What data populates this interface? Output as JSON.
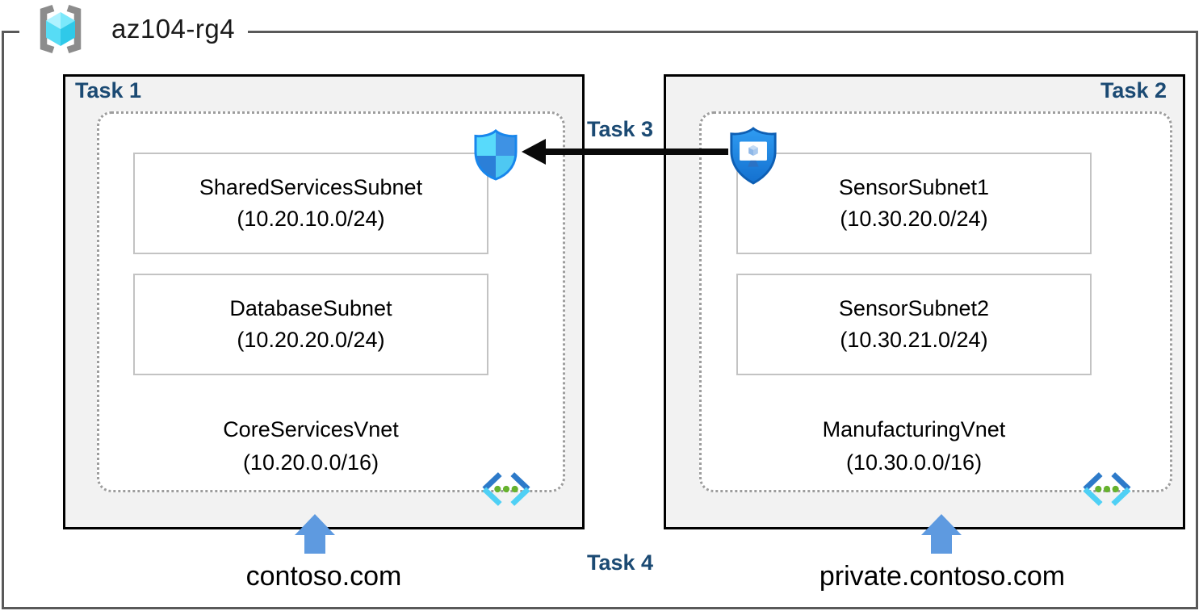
{
  "resource_group": {
    "name": "az104-rg4"
  },
  "tasks": {
    "task1": "Task 1",
    "task2": "Task 2",
    "task3": "Task 3",
    "task4": "Task 4"
  },
  "left_vnet": {
    "name": "CoreServicesVnet",
    "cidr": "(10.20.0.0/16)",
    "subnets": [
      {
        "name": "SharedServicesSubnet",
        "cidr": "(10.20.10.0/24)"
      },
      {
        "name": "DatabaseSubnet",
        "cidr": "(10.20.20.0/24)"
      }
    ],
    "dns_zone": "contoso.com"
  },
  "right_vnet": {
    "name": "ManufacturingVnet",
    "cidr": "(10.30.0.0/16)",
    "subnets": [
      {
        "name": "SensorSubnet1",
        "cidr": "(10.30.20.0/24)"
      },
      {
        "name": "SensorSubnet2",
        "cidr": "(10.30.21.0/24)"
      }
    ],
    "dns_zone": "private.contoso.com"
  },
  "icons": {
    "resource_group": "resource-group-icon",
    "nsg": "network-security-group-shield-icon",
    "vm_security": "shielded-vm-icon",
    "vnet": "virtual-network-icon"
  },
  "colors": {
    "task_label": "#1B4A73",
    "panel_fill": "#F2F2F2",
    "panel_border": "#000000",
    "rg_border": "#595959",
    "dotted_border": "#9D9D9D",
    "subnet_border": "#C3C3C3",
    "blue_arrow": "#5E9AE0",
    "black_arrow": "#0A0A0A"
  }
}
